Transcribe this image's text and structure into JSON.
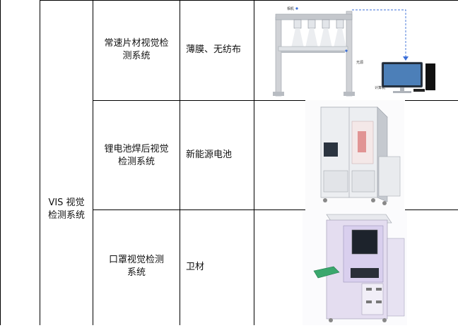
{
  "category": {
    "label": "VIS 视觉\n检测系统"
  },
  "rows": [
    {
      "product": "常速片材视觉检\n测系统",
      "application": "薄膜、无纺布",
      "image_labels": {
        "camera": "相机",
        "light": "光源",
        "computer": "计算机"
      }
    },
    {
      "product": "锂电池焊后视觉\n检测系统",
      "application": "新能源电池"
    },
    {
      "product": "口罩视觉检测\n系统",
      "application": "卫材"
    }
  ]
}
